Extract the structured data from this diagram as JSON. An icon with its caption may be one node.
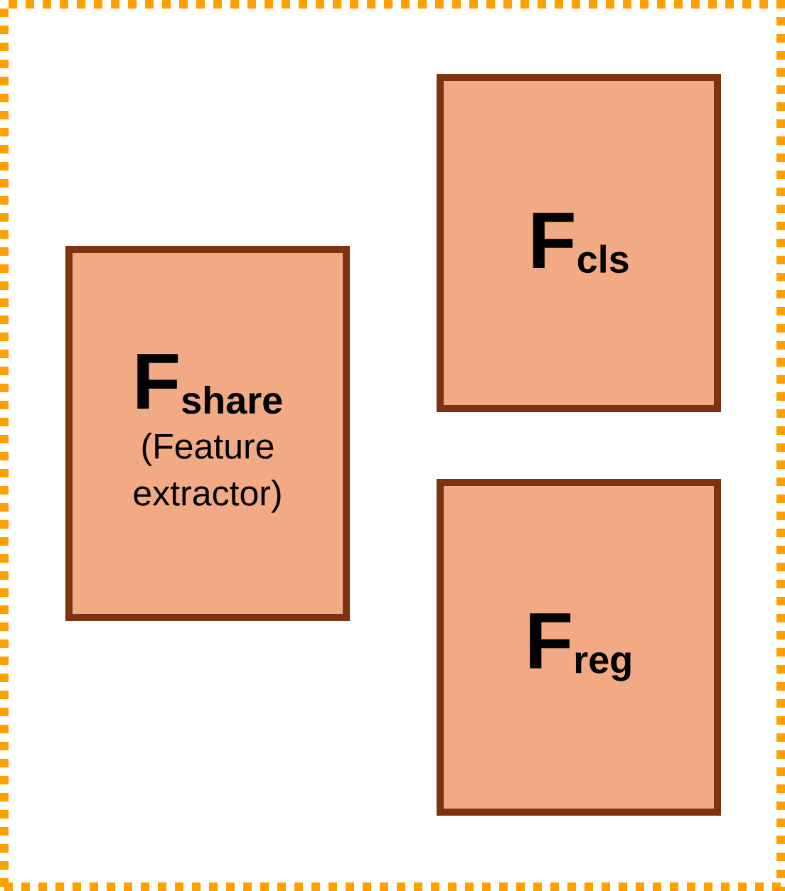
{
  "diagram": {
    "nodes": [
      {
        "text": [
          "F$_{share}$",
          "(Feature extractor)"
        ]
      },
      {
        "text": [
          "F$_{cls}$"
        ]
      },
      {
        "text": [
          "F$_{reg}$"
        ]
      }
    ]
  }
}
